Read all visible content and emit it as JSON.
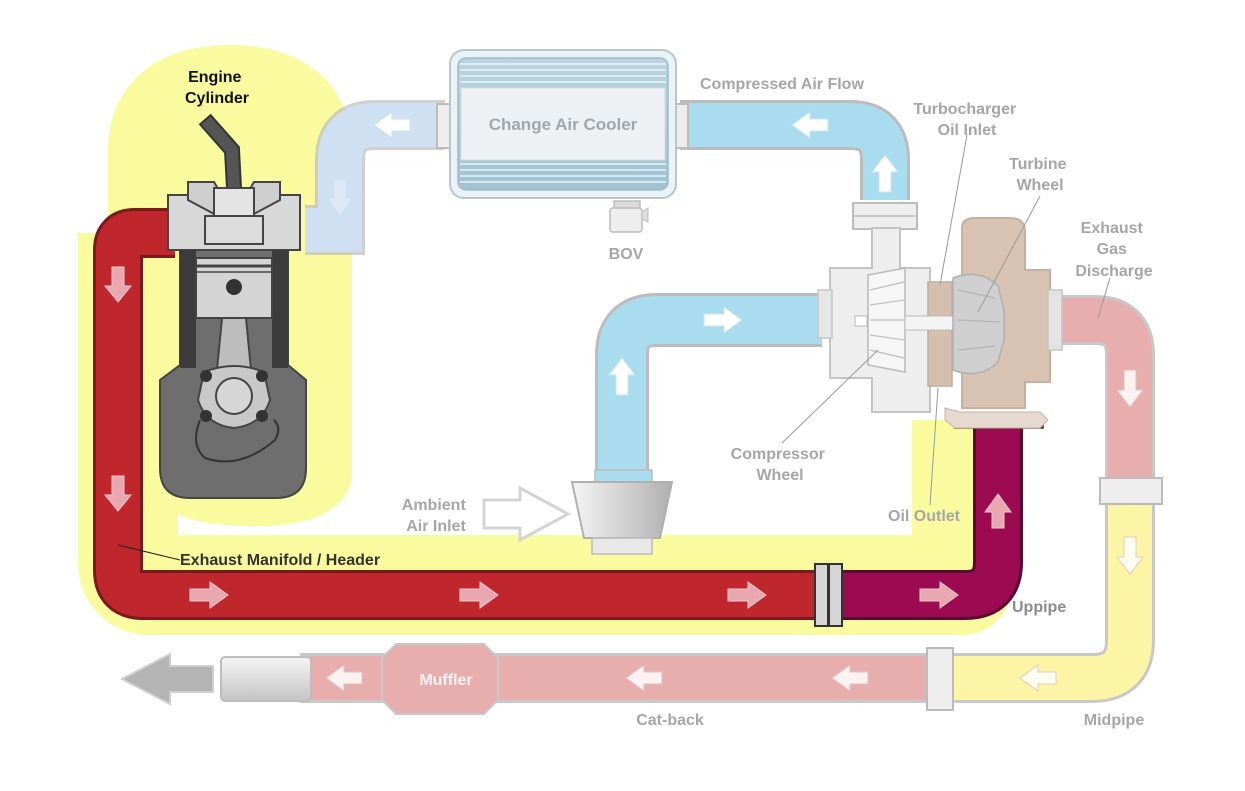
{
  "diagram": {
    "labels": {
      "engine_cylinder": [
        "Engine",
        "Cylinder"
      ],
      "charge_air_cooler": "Change Air Cooler",
      "compressed_air_flow": "Compressed Air Flow",
      "turbo_oil_inlet": [
        "Turbocharger",
        "Oil Inlet"
      ],
      "turbine_wheel": [
        "Turbine",
        "Wheel"
      ],
      "exhaust_gas_discharge": [
        "Exhaust",
        "Gas",
        "Discharge"
      ],
      "bov": "BOV",
      "compressor_wheel": [
        "Compressor",
        "Wheel"
      ],
      "oil_outlet": "Oil Outlet",
      "ambient_air_inlet": [
        "Ambient",
        "Air Inlet"
      ],
      "exhaust_manifold": "Exhaust Manifold / Header",
      "uppipe": "Uppipe",
      "muffler": "Muffler",
      "cat_back": "Cat-back",
      "midpipe": "Midpipe"
    },
    "colors": {
      "highlight": "#fafa9e",
      "exhaust_manifold": "#c0272d",
      "uppipe": "#9c0a52",
      "hot_exhaust_faded": "#e8aeae",
      "midpipe_faded": "#fbf5a5",
      "intake_air": "#a9dcef",
      "compressed_air_entry": "#c9daf0",
      "label_gray": "#a6a6a6",
      "label_dark": "#111111"
    }
  }
}
